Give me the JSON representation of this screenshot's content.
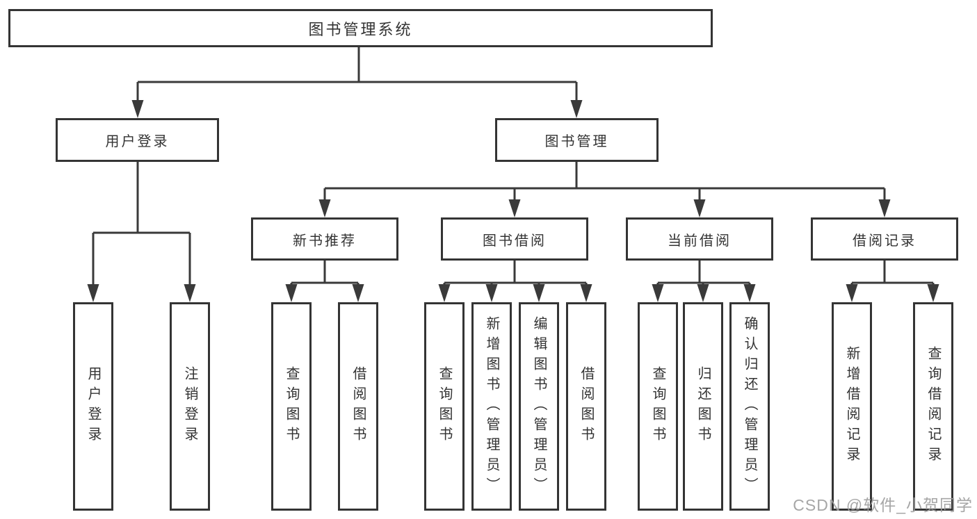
{
  "nodes": {
    "root": "图书管理系统",
    "user_login": "用户登录",
    "book_management": "图书管理",
    "new_book_recommend": "新书推荐",
    "book_borrow": "图书借阅",
    "current_borrow": "当前借阅",
    "borrow_records": "借阅记录",
    "leaf_user_login": "用户登录",
    "leaf_logout": "注销登录",
    "leaf_nb_query_book": "查询图书",
    "leaf_nb_borrow_book": "借阅图书",
    "leaf_bb_query_book": "查询图书",
    "leaf_bb_add_book": "新增图书（管理员）",
    "leaf_bb_edit_book": "编辑图书（管理员）",
    "leaf_bb_borrow_book": "借阅图书",
    "leaf_cb_query_book": "查询图书",
    "leaf_cb_return_book": "归还图书",
    "leaf_cb_confirm_return": "确认归还（管理员）",
    "leaf_br_add_record": "新增借阅记录",
    "leaf_br_query_record": "查询借阅记录"
  },
  "watermark": "CSDN @软件_小贺同学",
  "colors": {
    "line": "#3a3a3a",
    "border": "#343434",
    "text": "#333333",
    "watermark": "#9e9e9e",
    "background": "#ffffff"
  }
}
